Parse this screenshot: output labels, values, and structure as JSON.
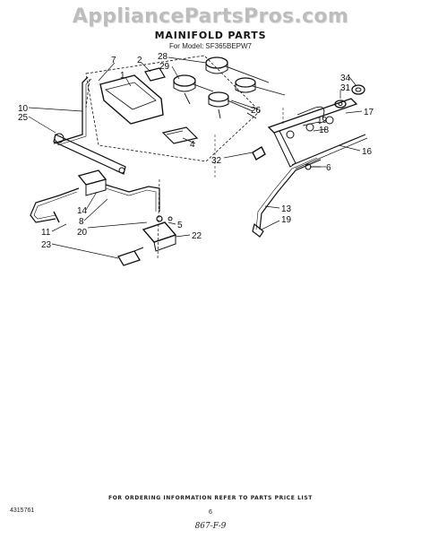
{
  "watermark": "AppliancePartsPros.com",
  "header": {
    "title": "MAINIFOLD PARTS",
    "subtitle": "For Model: SF365BEPW7"
  },
  "callouts": {
    "c7": "7",
    "c2": "2",
    "c28": "28",
    "c29": "29",
    "c1": "1",
    "c34": "34",
    "c31": "31",
    "c10": "10",
    "c25": "25",
    "c26": "26",
    "c17": "17",
    "c19a": "19",
    "c18": "18",
    "c16": "16",
    "c4": "4",
    "c32": "32",
    "c6": "6",
    "c14": "14",
    "c8": "8",
    "c13": "13",
    "c19b": "19",
    "c20": "20",
    "c5": "5",
    "c11": "11",
    "c22": "22",
    "c23": "23"
  },
  "footer": {
    "note": "FOR ORDERING INFORMATION REFER TO PARTS PRICE LIST",
    "doc_number": "4315761",
    "page_number": "6",
    "handwritten": "867-F-9"
  }
}
